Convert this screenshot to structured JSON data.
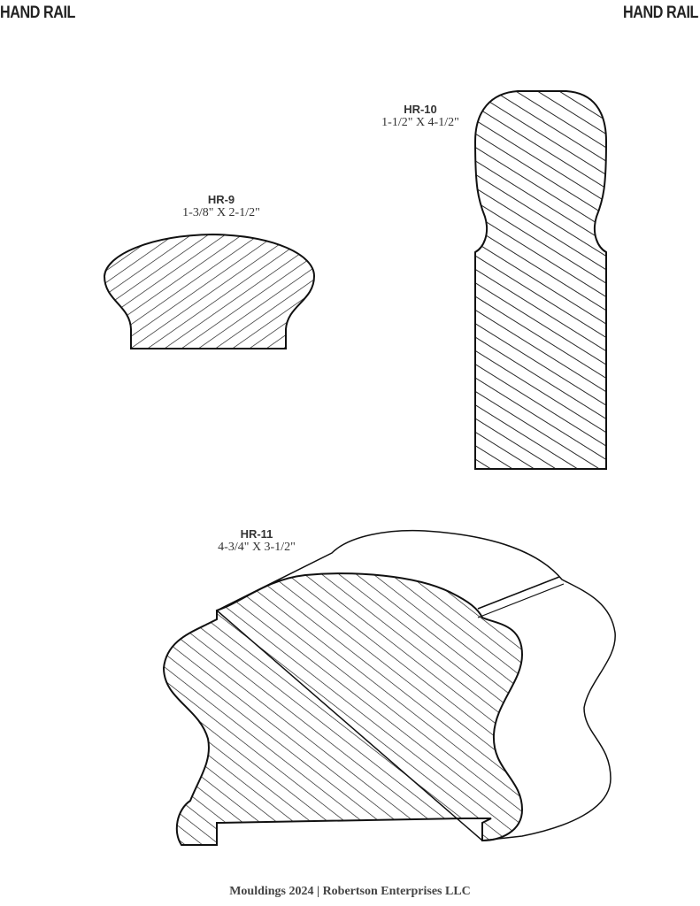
{
  "header": {
    "left_title": "HAND RAIL",
    "right_title": "HAND RAIL"
  },
  "profiles": [
    {
      "code": "HR-9",
      "dimensions": "1-3/8\" X 2-1/2\""
    },
    {
      "code": "HR-10",
      "dimensions": "1-1/2\" X 4-1/2\""
    },
    {
      "code": "HR-11",
      "dimensions": "4-3/4\" X 3-1/2\""
    }
  ],
  "footer": {
    "text": "Mouldings 2024 | Robertson Enterprises LLC"
  }
}
